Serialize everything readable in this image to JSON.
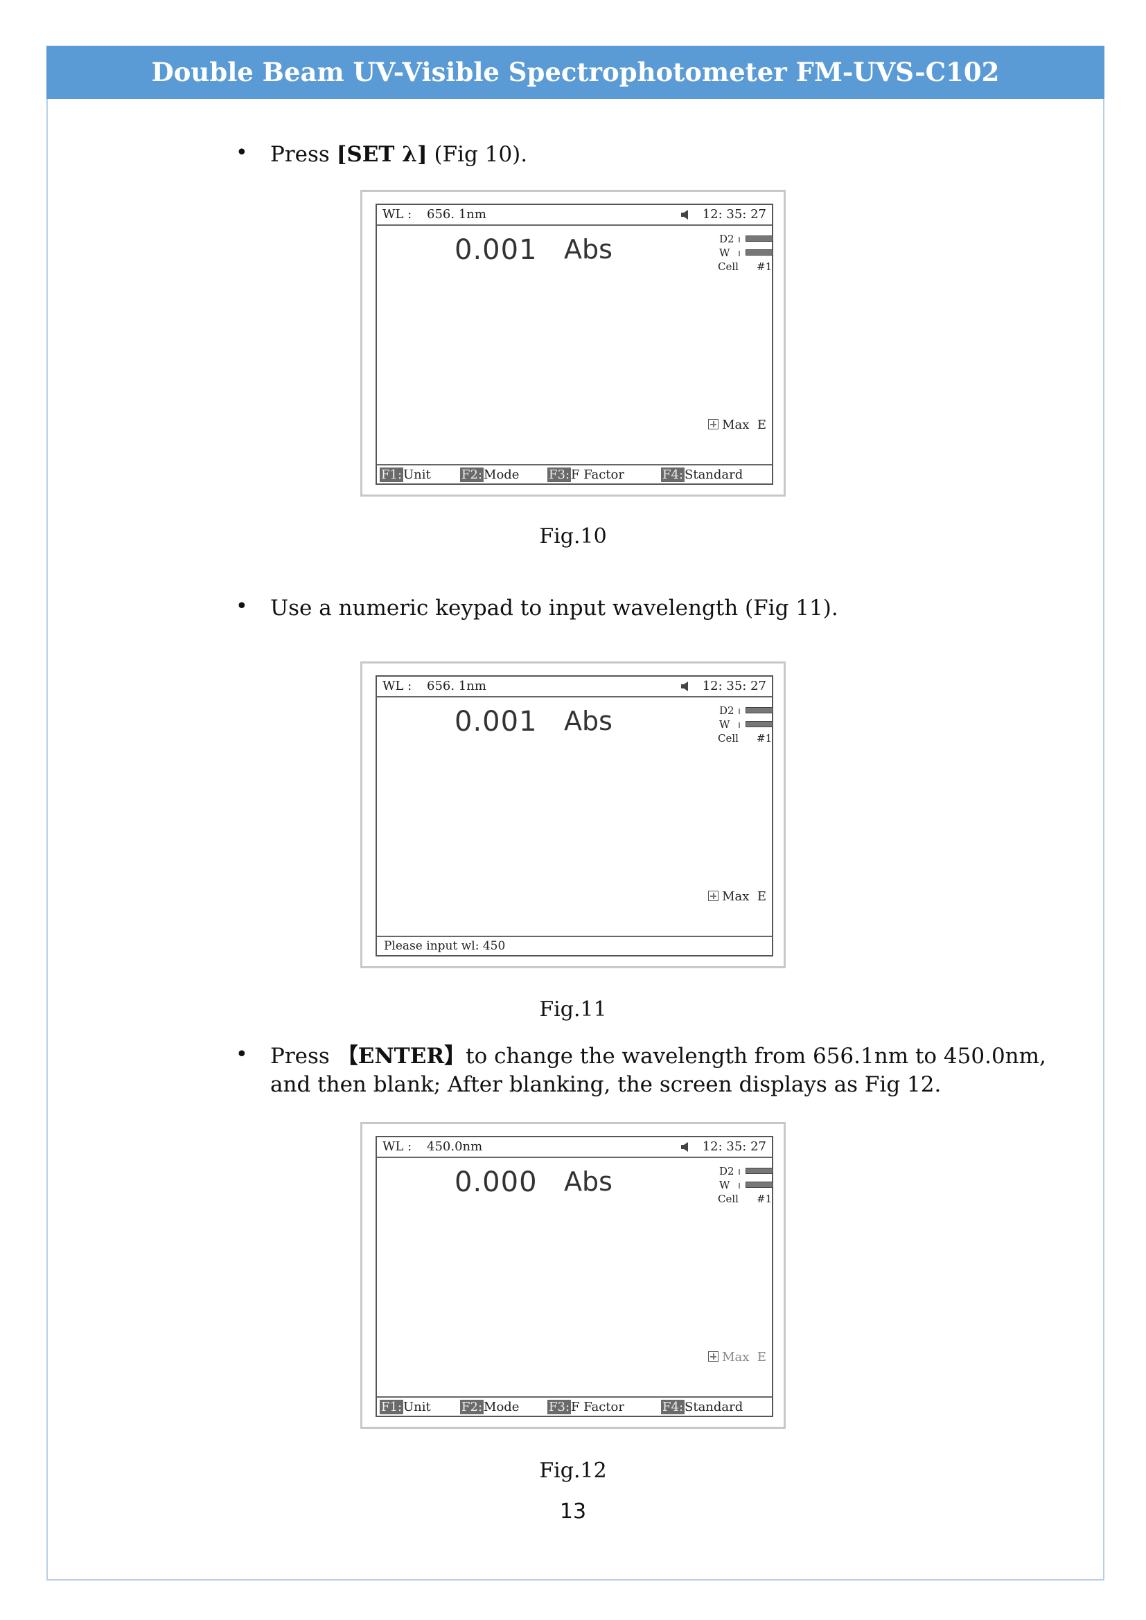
{
  "header": {
    "title": "Double Beam UV-Visible Spectrophotometer FM-UVS-C102"
  },
  "steps": [
    {
      "bullet": "•",
      "pre": "Press ",
      "key": "[SET λ]",
      "post": " (Fig 10)."
    },
    {
      "bullet": "•",
      "text": "Use a numeric keypad to input wavelength (Fig 11)."
    },
    {
      "bullet": "•",
      "pre": "Press ",
      "key": "【ENTER】",
      "post": "to change the wavelength from 656.1nm to 450.0nm, and then blank; After blanking, the screen displays as Fig 12."
    }
  ],
  "figures": [
    {
      "caption": "Fig.10",
      "wl_label": "WL :",
      "wl_value": "656. 1nm",
      "clock": "12: 35: 27",
      "reading": "0.001",
      "unit": "Abs",
      "d2": "D2",
      "w": "W",
      "cell": "Cell",
      "cell_no": "#1",
      "max": "Max",
      "e": "E",
      "fkeys": [
        {
          "tag": "F1:",
          "label": "Unit"
        },
        {
          "tag": "F2:",
          "label": "Mode"
        },
        {
          "tag": "F3:",
          "label": "F  Factor"
        },
        {
          "tag": "F4:",
          "label": "Standard"
        }
      ]
    },
    {
      "caption": "Fig.11",
      "wl_label": "WL :",
      "wl_value": "656. 1nm",
      "clock": "12: 35: 27",
      "reading": "0.001",
      "unit": "Abs",
      "d2": "D2",
      "w": "W",
      "cell": "Cell",
      "cell_no": "#1",
      "max": "Max",
      "e": "E",
      "prompt": "Please input wl: 450"
    },
    {
      "caption": "Fig.12",
      "wl_label": "WL :",
      "wl_value": "450.0nm",
      "clock": "12: 35: 27",
      "reading": "0.000",
      "unit": "Abs",
      "d2": "D2",
      "w": "W",
      "cell": "Cell",
      "cell_no": "#1",
      "max": "Max",
      "e": "E",
      "fkeys": [
        {
          "tag": "F1:",
          "label": "Unit"
        },
        {
          "tag": "F2:",
          "label": "Mode"
        },
        {
          "tag": "F3:",
          "label": "F  Factor"
        },
        {
          "tag": "F4:",
          "label": "Standard"
        }
      ]
    }
  ],
  "page_number": "13"
}
